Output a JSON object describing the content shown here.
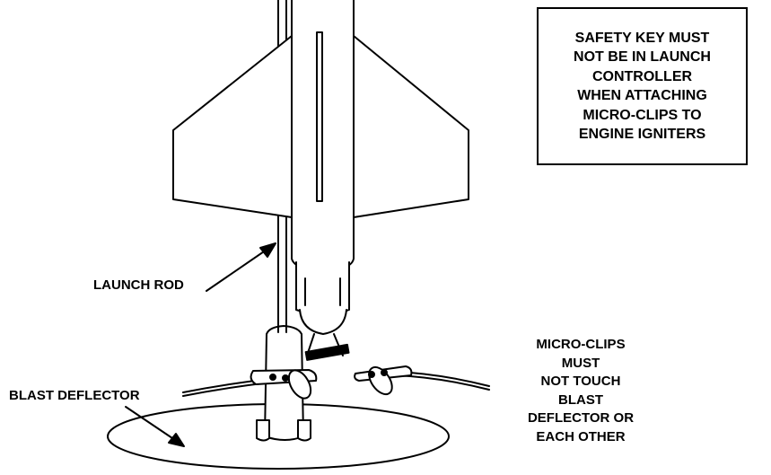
{
  "warning": {
    "lines": [
      "SAFETY KEY MUST",
      "NOT BE IN LAUNCH",
      "CONTROLLER",
      "WHEN ATTACHING",
      "MICRO-CLIPS TO",
      "ENGINE IGNITERS"
    ]
  },
  "labels": {
    "launch_rod": "LAUNCH ROD",
    "blast_deflector": "BLAST DEFLECTOR",
    "micro_clips_note": [
      "MICRO-CLIPS",
      "MUST",
      "NOT TOUCH",
      "BLAST",
      "DEFLECTOR OR",
      "EACH OTHER"
    ]
  }
}
